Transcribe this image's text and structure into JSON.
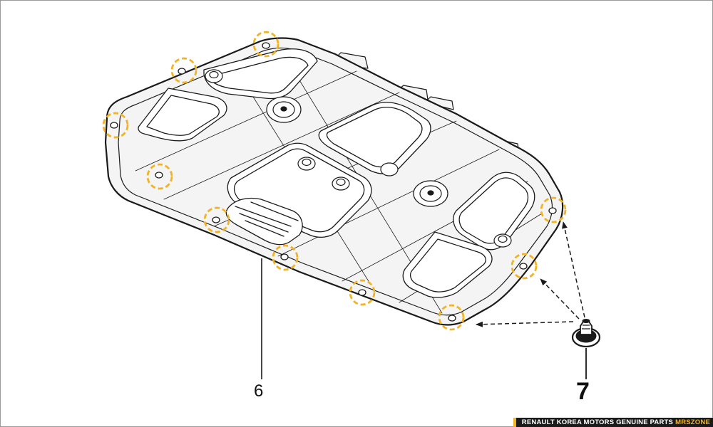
{
  "callouts": {
    "part_6": "6",
    "part_7": "7"
  },
  "banner": {
    "text": "RENAULT KOREA MOTORS GENUINE PARTS",
    "brand": "MRSZONE"
  },
  "colors": {
    "line": "#1a1a1a",
    "highlight": "#f0b323",
    "fill": "#f4f4f4",
    "background": "#ffffff"
  }
}
